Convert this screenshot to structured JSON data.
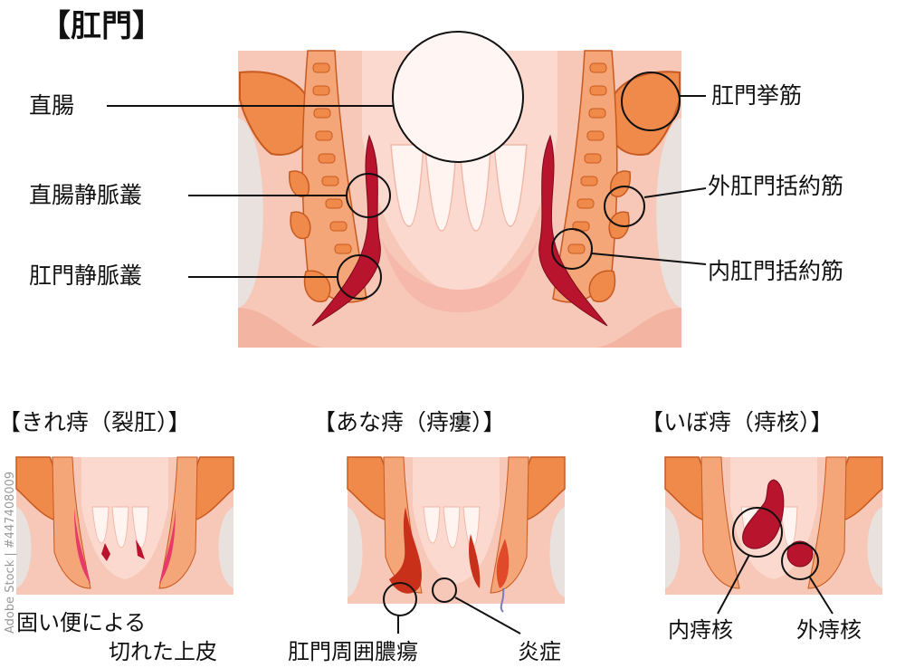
{
  "title": "【肛門】",
  "labels": {
    "rectum": "直腸",
    "rectal_plexus": "直腸静脈叢",
    "anal_plexus": "肛門静脈叢",
    "levator_ani": "肛門挙筋",
    "external_sphincter": "外肛門括約筋",
    "internal_sphincter": "内肛門括約筋"
  },
  "sections": [
    {
      "heading": "【きれ痔（裂肛）】",
      "caption_line1": "固い便による",
      "caption_line2": "切れた上皮"
    },
    {
      "heading": "【あな痔（痔瘻）】",
      "caption_a": "肛門周囲膿瘍",
      "caption_b": "炎症"
    },
    {
      "heading": "【いぼ痔（痔核）】",
      "caption_a": "内痔核",
      "caption_b": "外痔核"
    }
  ],
  "watermark": "Adobe Stock | #447408009",
  "colors": {
    "background": "#ffffff",
    "skin": "#f7c7b8",
    "skin_light": "#fbe2d8",
    "muscle": "#f08a4b",
    "muscle_dark": "#e06a2a",
    "vein": "#b8142e",
    "grey": "#e6e0de"
  }
}
